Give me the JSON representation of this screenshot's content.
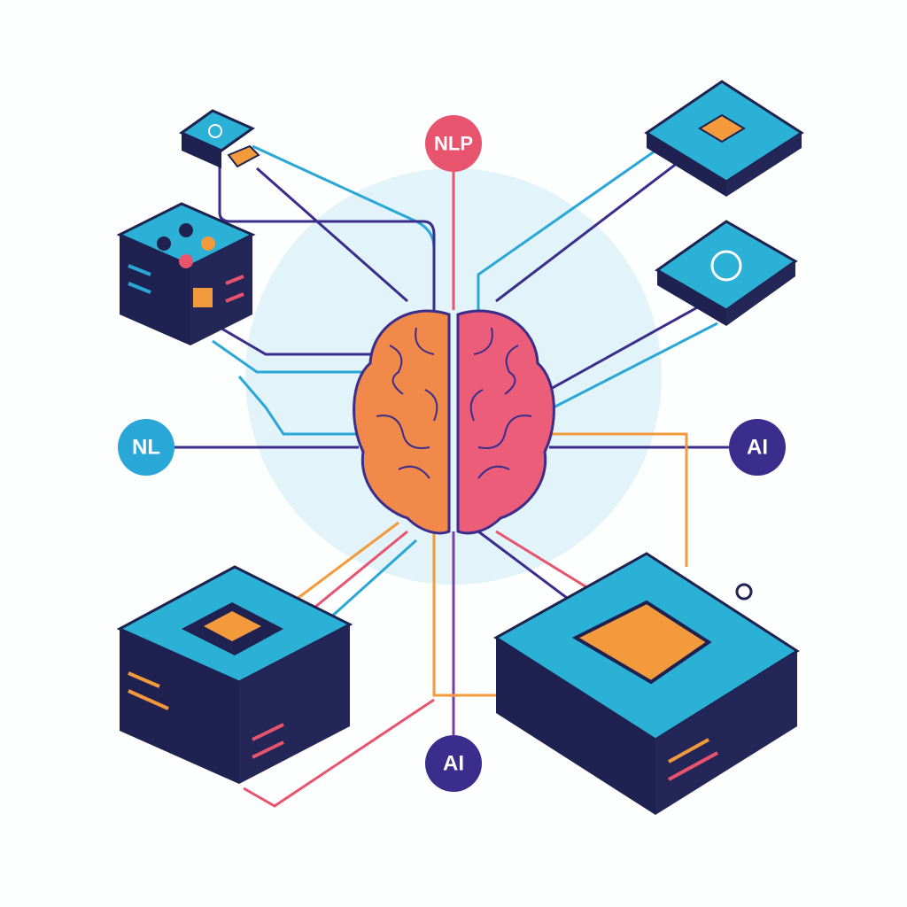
{
  "labels": {
    "top": "NLP",
    "left": "NL",
    "right": "AI",
    "bottom": "AI"
  },
  "colors": {
    "nlp_badge": "#e8546e",
    "nl_badge": "#29a8d8",
    "ai_badge": "#3a2d8c",
    "halo": "#e2f3f9",
    "brain_left": "#f0894a",
    "brain_right": "#ec5d7a",
    "device_top": "#2bb0d6",
    "device_side": "#1f2250",
    "accent_orange": "#f39a3c"
  },
  "icons": [
    "brain-icon",
    "chip-icon",
    "gear-icon",
    "server-icon",
    "circuit-board-icon"
  ]
}
